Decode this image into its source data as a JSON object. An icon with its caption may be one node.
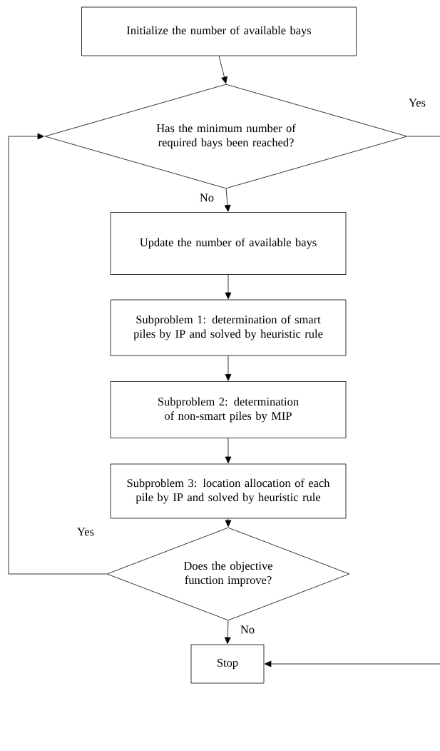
{
  "diagram": {
    "nodes": [
      {
        "text": [
          "Initialize the number of available bays"
        ]
      },
      {
        "text": [
          "Has the minimum number of required bays been reached?"
        ]
      },
      {
        "text": [
          "Update the number of available bays"
        ]
      },
      {
        "text": [
          "Subproblem 1: determination of smart piles by IP and solved by heuristic rule"
        ]
      },
      {
        "text": [
          "Subproblem 2: determination of non-smart piles by MIP"
        ]
      },
      {
        "text": [
          "Subproblem 3: location allocation of each pile by IP and solved by heuristic rule"
        ]
      },
      {
        "text": [
          "Does the objective function improve?"
        ]
      },
      {
        "text": [
          "Stop"
        ]
      }
    ],
    "edges": [
      {
        "from": 0,
        "to": 1,
        "arrow": "to"
      },
      {
        "from": 1,
        "to": 2,
        "arrow": "to",
        "label": "No"
      },
      {
        "from": 2,
        "to": 3,
        "arrow": "to"
      },
      {
        "from": 3,
        "to": 4,
        "arrow": "to"
      },
      {
        "from": 4,
        "to": 5,
        "arrow": "to"
      },
      {
        "from": 5,
        "to": 6,
        "arrow": "to"
      },
      {
        "from": 6,
        "to": 7,
        "arrow": "to",
        "label": "No"
      },
      {
        "from": 6,
        "to": 1,
        "arrow": "to",
        "label": "Yes"
      },
      {
        "from": 1,
        "to": null,
        "arrow": "none",
        "label": "Yes"
      },
      {
        "from": null,
        "to": 7,
        "arrow": "to"
      }
    ]
  }
}
